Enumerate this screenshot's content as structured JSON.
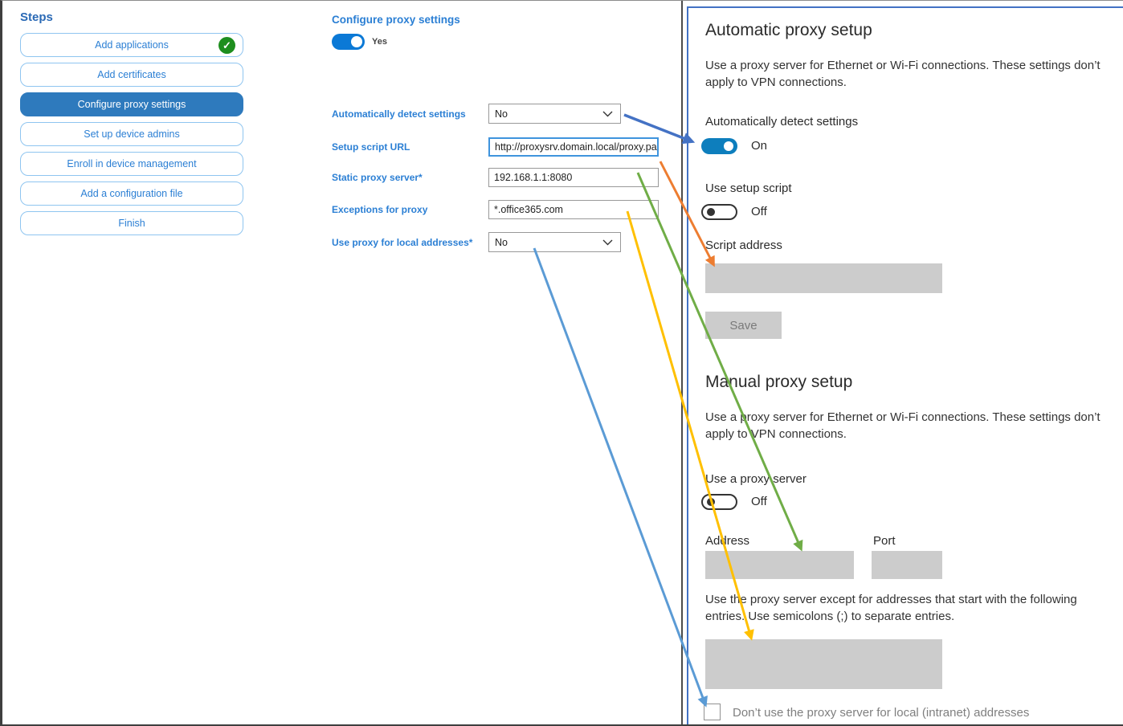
{
  "sidebar": {
    "title": "Steps",
    "items": [
      {
        "label": "Add applications",
        "status": "completed"
      },
      {
        "label": "Add certificates",
        "status": "default"
      },
      {
        "label": "Configure proxy settings",
        "status": "selected"
      },
      {
        "label": "Set up device admins",
        "status": "default"
      },
      {
        "label": "Enroll in device management",
        "status": "default"
      },
      {
        "label": "Add a configuration file",
        "status": "default"
      },
      {
        "label": "Finish",
        "status": "default"
      }
    ]
  },
  "config_panel": {
    "title": "Configure proxy settings",
    "enabled_toggle": {
      "state": "on",
      "label": "Yes"
    },
    "fields": [
      {
        "label": "Automatically detect settings",
        "type": "dropdown",
        "value": "No"
      },
      {
        "label": "Setup script URL",
        "type": "text",
        "value": "http://proxysrv.domain.local/proxy.pa",
        "focused": true
      },
      {
        "label": "Static proxy server*",
        "type": "text",
        "value": "192.168.1.1:8080"
      },
      {
        "label": "Exceptions for proxy",
        "type": "text",
        "value": "*.office365.com"
      },
      {
        "label": "Use proxy for local addresses*",
        "type": "dropdown",
        "value": "No"
      }
    ]
  },
  "settings_panel": {
    "automatic_section": {
      "heading": "Automatic proxy setup",
      "description": "Use a proxy server for Ethernet or Wi-Fi connections. These settings don’t apply to VPN connections.",
      "auto_detect": {
        "label": "Automatically detect settings",
        "state_label": "On"
      },
      "use_setup_script": {
        "label": "Use setup script",
        "state_label": "Off"
      },
      "script_address_label": "Script address",
      "save_button_label": "Save"
    },
    "manual_section": {
      "heading": "Manual proxy setup",
      "description": "Use a proxy server for Ethernet or Wi-Fi connections. These settings don’t apply to VPN connections.",
      "use_proxy_server": {
        "label": "Use a proxy server",
        "state_label": "Off"
      },
      "address_label": "Address",
      "port_label": "Port",
      "exceptions_description": "Use the proxy server except for addresses that start with the following entries. Use semicolons (;) to separate entries.",
      "local_addresses_checkbox": {
        "label": "Don’t use the proxy server for local (intranet) addresses",
        "checked": false
      }
    }
  },
  "icons": {
    "check_glyph": "✓"
  },
  "colors": {
    "accent_text": "#2b7fd4",
    "selected_step_bg": "#2e7abd",
    "toggle_on_blue": "#0d7ebd",
    "disabled_gray": "#cccccc"
  },
  "arrows": [
    {
      "name": "auto-detect-mapping",
      "color": "#4472C4"
    },
    {
      "name": "setup-script-mapping",
      "color": "#ED7D31"
    },
    {
      "name": "static-proxy-mapping",
      "color": "#70AD47"
    },
    {
      "name": "exceptions-mapping",
      "color": "#FFC000"
    },
    {
      "name": "local-addresses-mapping",
      "color": "#5B9BD5"
    }
  ]
}
